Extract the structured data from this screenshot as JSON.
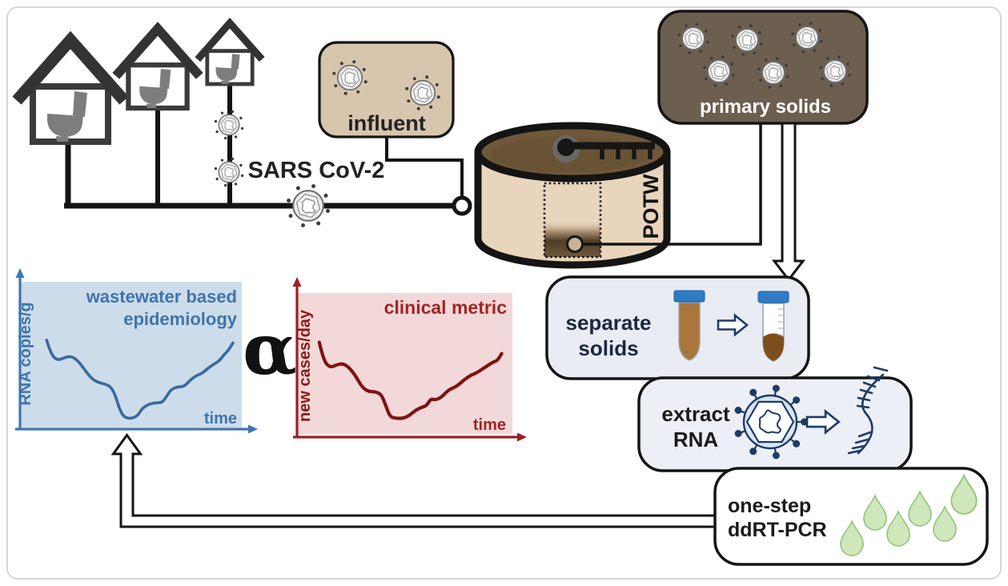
{
  "diagram": {
    "sars_label": "SARS CoV-2",
    "influent_label": "influent",
    "potw_label": "POTW",
    "primary_solids_label": "primary solids",
    "alpha": "α",
    "steps": {
      "separate_solids": {
        "line1": "separate",
        "line2": "solids"
      },
      "extract_rna": {
        "line1": "extract",
        "line2": "RNA"
      },
      "ddrt_pcr": {
        "line1": "one-step",
        "line2": "ddRT-PCR"
      }
    }
  },
  "colors": {
    "outline": "#141414",
    "house_gray": "#3b3b3b",
    "toilet_gray": "#7d7d7d",
    "influent_fill": "#d7c6ad",
    "tank_body": "#e8d5bc",
    "tank_surface": "#6f5839",
    "primary_solids_fill": "#6c5f50",
    "step_box_fill": "#e9ecf3",
    "pcr_box_fill": "#ffffff",
    "navy_accent": "#1e3b66",
    "virus_gray": "#ececec",
    "tube_brown": "#a9773d",
    "tube_cap_blue": "#2e7cc6",
    "droplet_green": "#cfe7ba",
    "droplet_stroke": "#90c47a",
    "wbe_blue": "#3f74ab",
    "clinical_red": "#a02626"
  },
  "chart_data": [
    {
      "type": "line",
      "title": "wastewater based epidemiology",
      "title_lines": [
        "wastewater based",
        "epidemiology"
      ],
      "xlabel": "time",
      "ylabel": "RNA copies/g",
      "units": "relative",
      "xlim": [
        0,
        100
      ],
      "ylim": [
        0,
        100
      ],
      "grid": false,
      "legend": false,
      "bg_color": "#cddcea",
      "axis_color": "#4076ad",
      "line_color": "#38699f",
      "x": [
        12,
        14,
        17,
        20,
        23,
        26,
        29,
        32,
        35,
        38,
        41,
        43,
        45,
        47,
        50,
        53,
        55,
        58,
        61,
        64,
        66,
        68,
        71,
        74,
        77,
        80,
        82,
        85,
        88,
        90,
        92,
        94,
        96
      ],
      "values": [
        60,
        50,
        46,
        48,
        49,
        46,
        40,
        34,
        31,
        30,
        28,
        22,
        12,
        7,
        6,
        8,
        13,
        16,
        17,
        17,
        21,
        26,
        28,
        28,
        33,
        36,
        37,
        41,
        44,
        46,
        50,
        53,
        58
      ]
    },
    {
      "type": "line",
      "title": "clinical metric",
      "xlabel": "time",
      "ylabel": "new cases/day",
      "units": "relative",
      "xlim": [
        0,
        100
      ],
      "ylim": [
        0,
        100
      ],
      "grid": false,
      "legend": false,
      "bg_color": "#f2d8d8",
      "axis_color": "#9c2020",
      "line_color": "#7d1313",
      "x": [
        10,
        12,
        15,
        18,
        21,
        24,
        27,
        30,
        33,
        36,
        39,
        41,
        43,
        46,
        49,
        52,
        55,
        58,
        60,
        62,
        64,
        67,
        70,
        73,
        75,
        78,
        81,
        83,
        86,
        89,
        91,
        93,
        95
      ],
      "values": [
        65,
        52,
        47,
        49,
        50,
        47,
        41,
        33,
        30,
        30,
        28,
        20,
        12,
        11,
        11,
        13,
        17,
        19,
        20,
        25,
        24,
        26,
        31,
        33,
        35,
        39,
        42,
        43,
        46,
        49,
        51,
        52,
        57
      ]
    }
  ]
}
